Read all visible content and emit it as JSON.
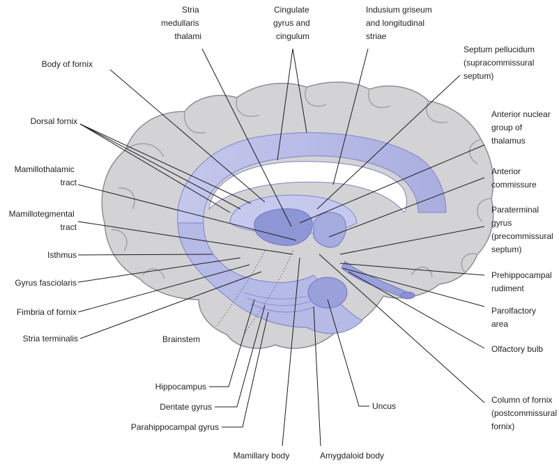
{
  "labels": {
    "stria_medullaris": [
      "Stria",
      "medullaris",
      "thalami"
    ],
    "cingulate": [
      "Cingulate",
      "gyrus and",
      "cingulum"
    ],
    "indusium": [
      "Indusium griseum",
      "and longitudinal",
      "striae"
    ],
    "septum_pellucidum": [
      "Septum pellucidum",
      "(supracommissural",
      "septum)"
    ],
    "body_of_fornix": [
      "Body of fornix"
    ],
    "dorsal_fornix": [
      "Dorsal fornix"
    ],
    "anterior_nuclear": [
      "Anterior nuclear",
      "group of",
      "thalamus"
    ],
    "mamillothalamic": [
      "Mamillothalamic",
      "tract"
    ],
    "anterior_commissure": [
      "Anterior",
      "commissure"
    ],
    "mamillotegmental": [
      "Mamillotegmental",
      "tract"
    ],
    "paraterminal": [
      "Paraterminal",
      "gyrus",
      "(precommissural",
      "septum)"
    ],
    "isthmus": [
      "Isthmus"
    ],
    "prehippocampal": [
      "Prehippocampal",
      "rudiment"
    ],
    "gyrus_fasciolaris": [
      "Gyrus fasciolaris"
    ],
    "parolfactory": [
      "Parolfactory",
      "area"
    ],
    "fimbria": [
      "Fimbria of fornix"
    ],
    "stria_terminalis": [
      "Stria terminalis"
    ],
    "brainstem": [
      "Brainstem"
    ],
    "olfactory_bulb": [
      "Olfactory bulb"
    ],
    "hippocampus": [
      "Hippocampus"
    ],
    "dentate": [
      "Dentate gyrus"
    ],
    "parahippocampal": [
      "Parahippocampal gyrus"
    ],
    "uncus": [
      "Uncus"
    ],
    "column_of_fornix": [
      "Column of fornix",
      "(postcommissural",
      "fornix)"
    ],
    "mamillary": [
      "Mamillary body"
    ],
    "amygdaloid": [
      "Amygdaloid body"
    ]
  },
  "colors": {
    "cortex": "#d2d2d4",
    "cortex_stroke": "#8e8e92",
    "limbic": "#b9bde6",
    "limbic_dark": "#8e95d6",
    "limbic_deep": "#6f77c4",
    "white": "#ffffff"
  }
}
